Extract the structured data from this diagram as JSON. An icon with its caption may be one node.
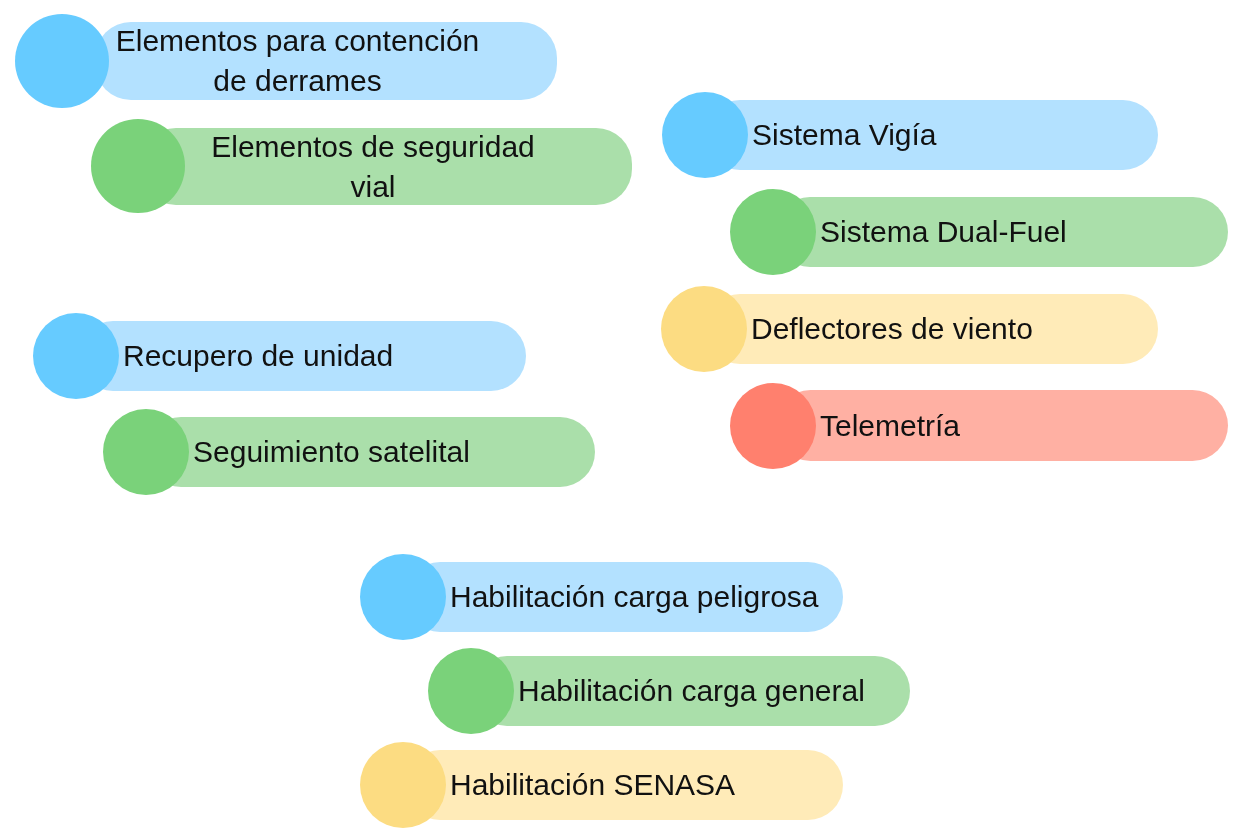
{
  "diagram": {
    "nodes": [
      {
        "text": [
          "Elementos para contención de derrames"
        ]
      },
      {
        "text": [
          "Elementos de seguridad vial"
        ]
      },
      {
        "text": [
          "Sistema Vigía"
        ]
      },
      {
        "text": [
          "Sistema Dual-Fuel"
        ]
      },
      {
        "text": [
          "Deflectores de viento"
        ]
      },
      {
        "text": [
          "Telemetría"
        ]
      },
      {
        "text": [
          "Recupero de unidad"
        ]
      },
      {
        "text": [
          "Seguimiento satelital"
        ]
      },
      {
        "text": [
          "Habilitación carga peligrosa"
        ]
      },
      {
        "text": [
          "Habilitación carga general"
        ]
      },
      {
        "text": [
          "Habilitación SENASA"
        ]
      }
    ]
  }
}
